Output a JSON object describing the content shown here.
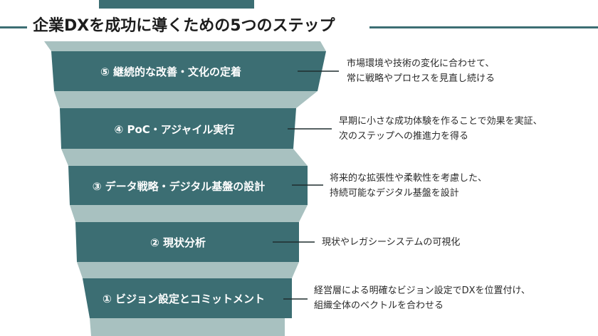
{
  "title": "企業DXを成功に導くための5つのステップ",
  "colors": {
    "band": "#3c6e73",
    "connector": "#a8c1c0",
    "title_line": "#3c6e73",
    "text": "#2b2b2b",
    "background": "#ffffff"
  },
  "steps": [
    {
      "label": "⑤ 継続的な改善・文化の定着",
      "desc": [
        "市場環境や技術の変化に合わせて、",
        "常に戦略やプロセスを見直し続ける"
      ]
    },
    {
      "label": "④ PoC・アジャイル実行",
      "desc": [
        "早期に小さな成功体験を作ることで効果を実証、",
        "次のステップへの推進力を得る"
      ]
    },
    {
      "label": "③ データ戦略・デジタル基盤の設計",
      "desc": [
        "将来的な拡張性や柔軟性を考慮した、",
        "持続可能なデジタル基盤を設計"
      ]
    },
    {
      "label": "② 現状分析",
      "desc": [
        "現状やレガシーシステムの可視化"
      ]
    },
    {
      "label": "① ビジョン設定とコミットメント",
      "desc": [
        "経営層による明確なビジョン設定でDXを位置付け、",
        "組織全体のベクトルを合わせる"
      ]
    }
  ]
}
